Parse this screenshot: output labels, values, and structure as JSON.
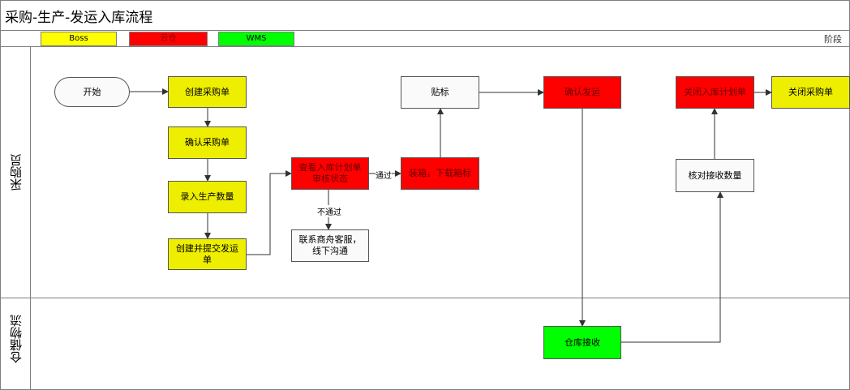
{
  "title": "采购-生产-发运入库流程",
  "legend": [
    {
      "label": "Boss",
      "color": "#ffff00"
    },
    {
      "label": "云仓",
      "color": "#ff0000"
    },
    {
      "label": "WMS",
      "color": "#00ff00"
    }
  ],
  "phase_label": "阶段",
  "lanes": {
    "purchaser": "采购员",
    "warehouse": "仓储物流"
  },
  "nodes": {
    "start": "开始",
    "create_po": "创建采购单",
    "confirm_po": "确认采购单",
    "enter_qty": "录入生产数量",
    "create_ship": "创建并提交发运单",
    "check_audit": "查看入库计划单审核状态",
    "contact_service": "联系商舟客服，线下沟通",
    "pack_label": "装箱，下载箱标",
    "apply_label": "贴标",
    "confirm_ship": "确认发运",
    "warehouse_receive": "仓库接收",
    "check_qty": "核对接收数量",
    "close_plan": "关闭入库计划单",
    "close_po": "关闭采购单"
  },
  "edge_labels": {
    "pass": "通过",
    "fail": "不通过"
  },
  "colors": {
    "boss": "#ffff00",
    "cloud_warehouse": "#ff0000",
    "wms": "#00ff00"
  }
}
